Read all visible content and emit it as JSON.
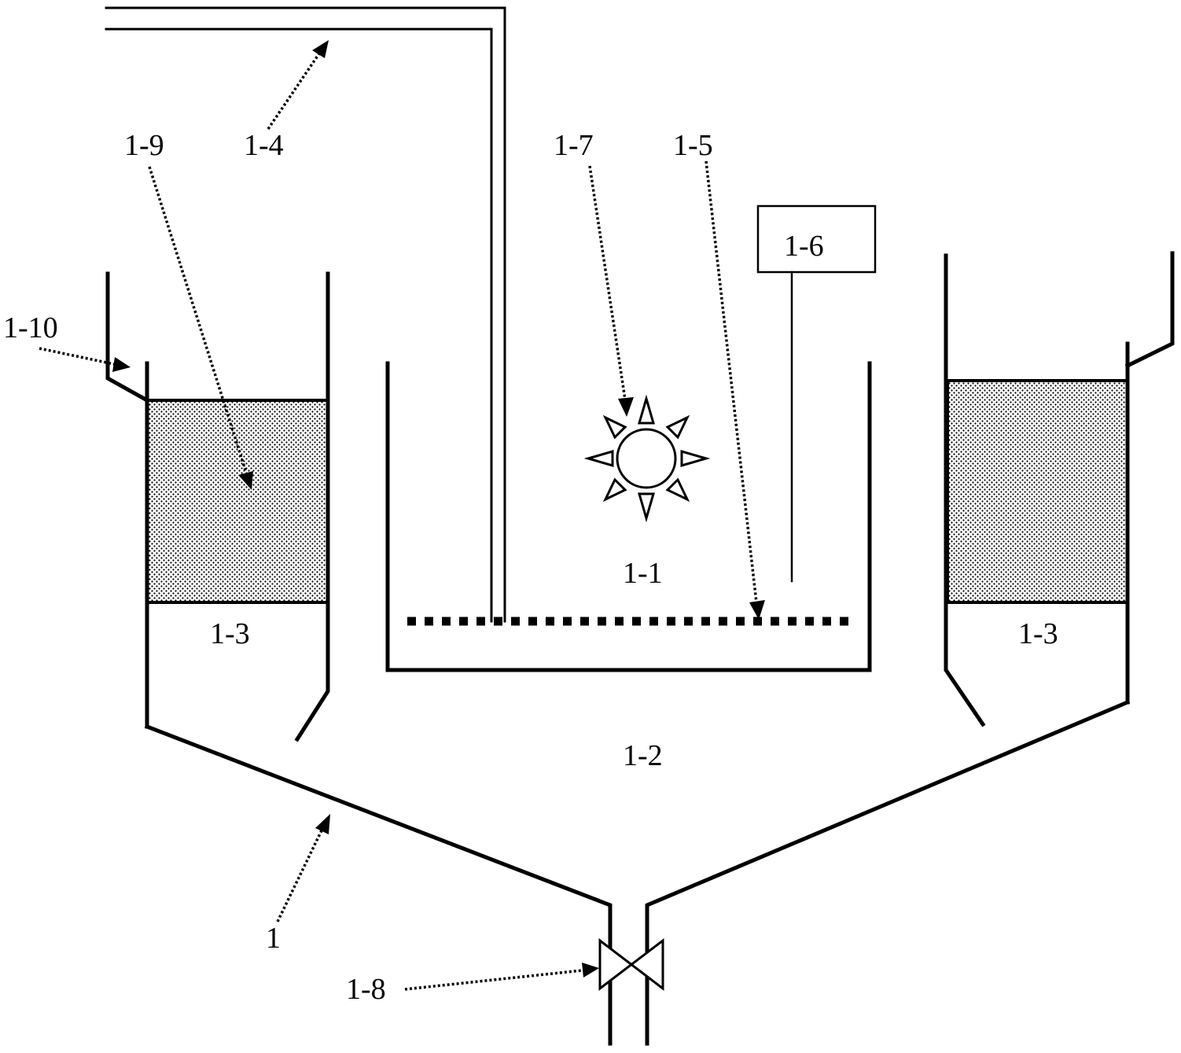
{
  "labels": {
    "l1": "1",
    "l1_1": "1-1",
    "l1_2": "1-2",
    "l1_3": "1-3",
    "l1_4": "1-4",
    "l1_5": "1-5",
    "l1_6": "1-6",
    "l1_7": "1-7",
    "l1_8": "1-8",
    "l1_9": "1-9",
    "l1_10": "1-10"
  }
}
